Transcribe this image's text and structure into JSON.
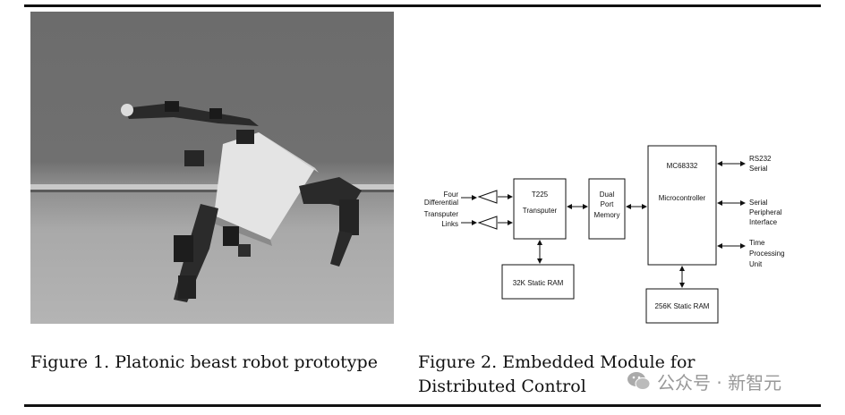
{
  "figure1": {
    "caption": "Figure 1. Platonic beast robot prototype"
  },
  "figure2": {
    "caption": "Figure 2. Embedded Module for Distributed Control",
    "blocks": {
      "links_label": [
        "Four",
        "Differential",
        "Transputer",
        "Links"
      ],
      "transputer": [
        "T225",
        "Transputer"
      ],
      "dual_port": [
        "Dual",
        "Port",
        "Memory"
      ],
      "microcontroller": [
        "MC68332",
        "Microcontroller"
      ],
      "ram_32k": "32K Static RAM",
      "ram_256k": "256K Static RAM",
      "rs232": [
        "RS232",
        "Serial"
      ],
      "spi": [
        "Serial",
        "Peripheral",
        "Interface"
      ],
      "tpu": [
        "Time",
        "Processing",
        "Unit"
      ]
    }
  },
  "watermark": {
    "text": "公众号 · 新智元",
    "icon": "wechat-icon"
  }
}
